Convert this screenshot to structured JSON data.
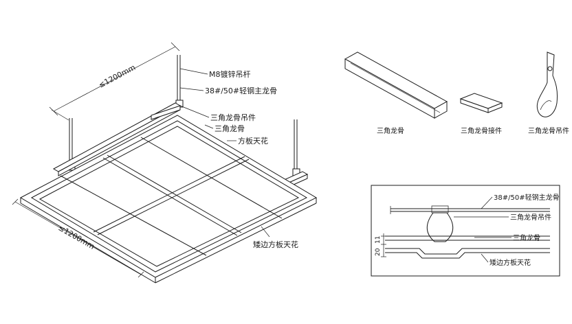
{
  "main_view": {
    "dimension_top": "≤1200mm",
    "dimension_bottom": "≤1200mm",
    "label_rod": "M8镀锌吊杆",
    "label_main_runner": "38#/50#轻钢主龙骨",
    "label_hanger": "三角龙骨吊件",
    "label_triangle_keel": "三角龙骨",
    "label_panel": "方板天花",
    "label_bevel_panel": "矮边方板天花"
  },
  "parts": {
    "triangle_keel": "三角龙骨",
    "connector": "三角龙骨接件",
    "hanger": "三角龙骨吊件"
  },
  "section": {
    "label_main_runner": "38#/50#轻钢主龙骨",
    "label_hanger": "三角龙骨吊件",
    "label_triangle_keel": "三角龙骨",
    "label_bevel_panel": "矮边方板天花",
    "dim_upper": "11",
    "dim_lower": "20"
  },
  "colors": {
    "line": "#1a1a1a",
    "background": "#ffffff"
  }
}
